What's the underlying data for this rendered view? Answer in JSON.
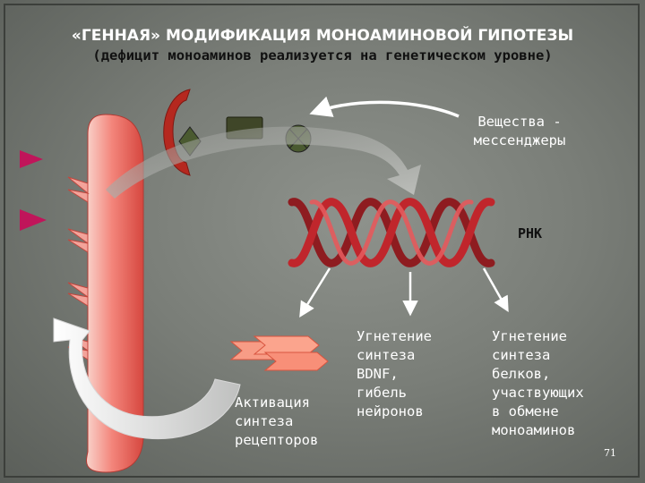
{
  "slide": {
    "title": "«ГЕННАЯ» МОДИФИКАЦИЯ МОНОАМИНОВОЙ ГИПОТЕЗЫ",
    "subtitle": "(дефицит моноаминов реализуется на генетическом уровне)",
    "labels": {
      "messengers": "Вещества - мессенджеры",
      "rna": "РНК",
      "bdnf": "Угнетение\nсинтеза\nBDNF,\nгибель\nнейронов",
      "proteins": "Угнетение\nсинтеза\nбелков,\nучаствующих\nв обмене\nмоноаминов",
      "receptors": "Активация\nсинтеза\nрецепторов"
    },
    "slide_number": "71"
  },
  "colors": {
    "background": "#7a7e78",
    "membrane": "#f2847a",
    "rna_strand": "#c0262c",
    "receptor_marker": "#c0155a",
    "dark_shape": "#4a4f34"
  }
}
